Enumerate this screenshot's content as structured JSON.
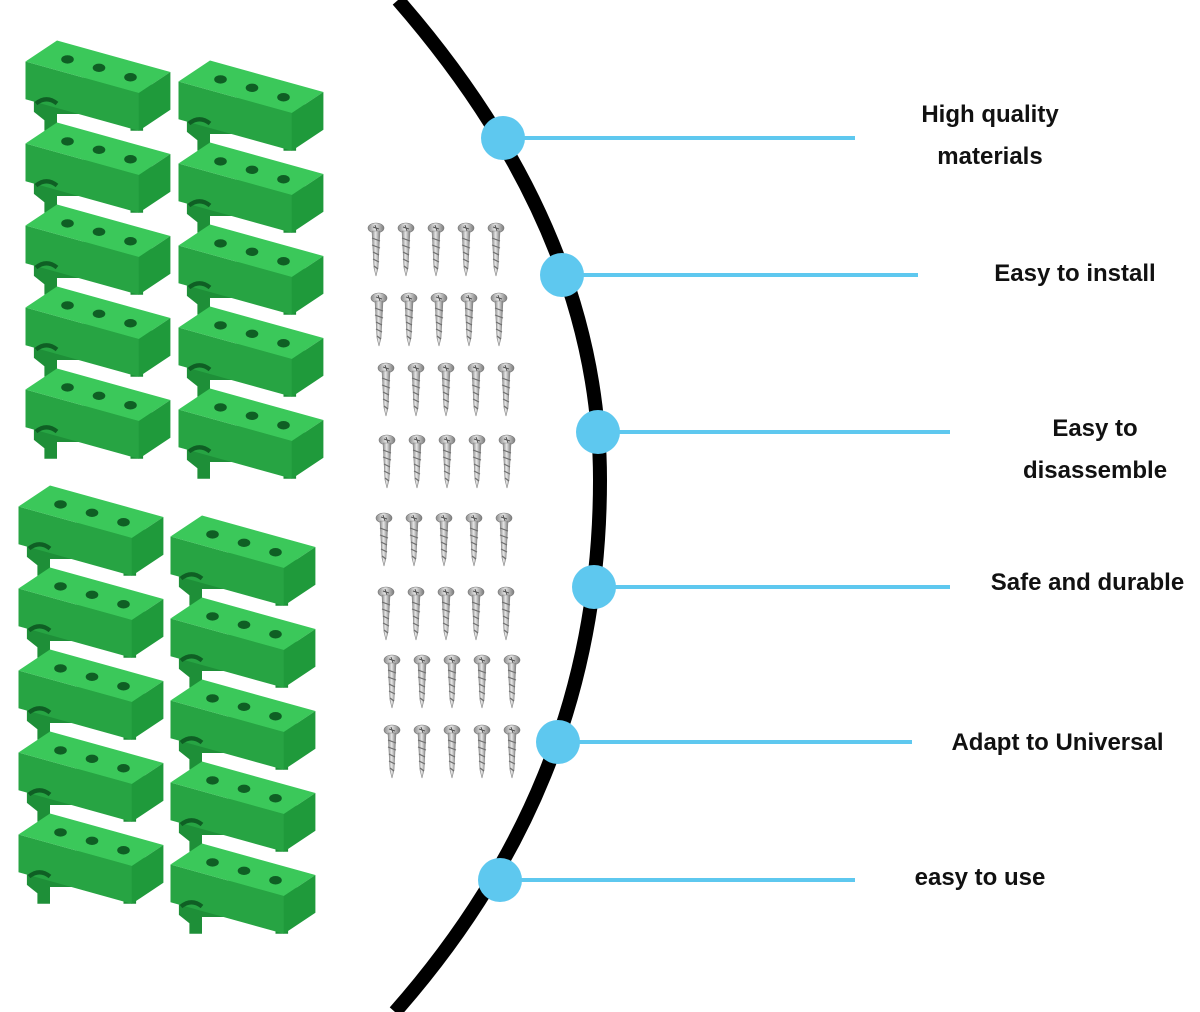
{
  "colors": {
    "accent": "#5ec8ef",
    "arc": "#000000",
    "bracket": "#2cb34a",
    "bracket_dark": "#1e8f38",
    "screw": "#b5b5b5",
    "text": "#111111"
  },
  "product": {
    "bracket_icon": "din-rail-bracket-icon",
    "screw_icon": "screw-icon",
    "bracket_count": 20,
    "screw_count": 40
  },
  "features": [
    {
      "label": "High quality\nmaterials"
    },
    {
      "label": "Easy to install"
    },
    {
      "label": "Easy to\ndisassemble"
    },
    {
      "label": "Safe and durable"
    },
    {
      "label": "Adapt to Universal"
    },
    {
      "label": "easy to use"
    }
  ]
}
